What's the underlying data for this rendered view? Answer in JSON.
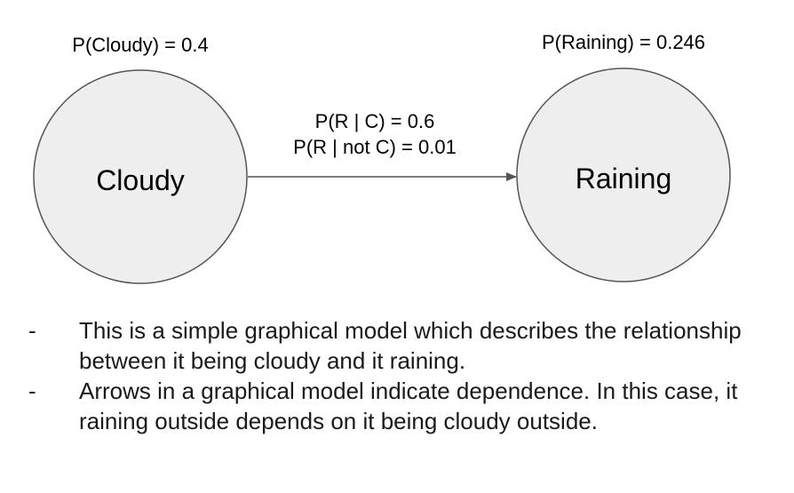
{
  "colors": {
    "node_fill": "#eeeeee",
    "node_stroke": "#555555",
    "edge": "#555555",
    "text": "#000000"
  },
  "nodes": {
    "cloudy": {
      "label": "Cloudy",
      "probability": "P(Cloudy) = 0.4"
    },
    "raining": {
      "label": "Raining",
      "probability": "P(Raining) = 0.246"
    }
  },
  "edge": {
    "from": "Cloudy",
    "to": "Raining",
    "label_given": "P(R | C) = 0.6",
    "label_given_not": "P(R | not C) = 0.01"
  },
  "notes": {
    "bullet": "-",
    "items": [
      "This is a simple graphical model which describes the relationship between it being cloudy and it raining.",
      "Arrows in a graphical model indicate dependence. In this case, it raining outside depends on it being cloudy outside."
    ]
  }
}
